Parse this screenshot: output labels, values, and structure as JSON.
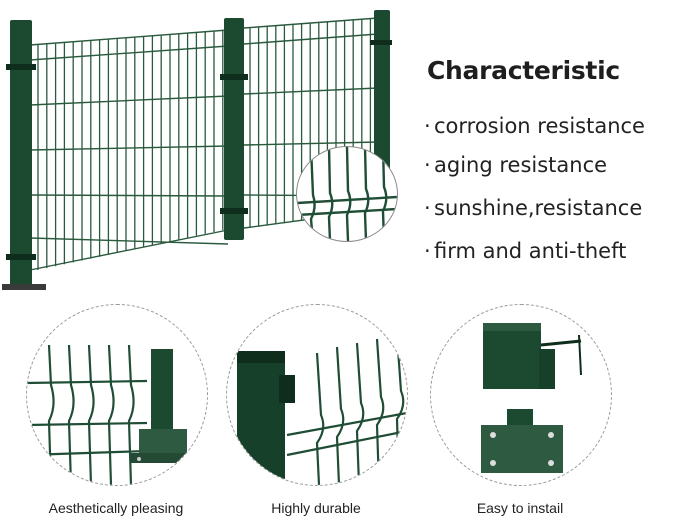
{
  "heading": "Characteristic",
  "features": [
    "corrosion resistance",
    "aging resistance",
    "sunshine,resistance",
    "firm and anti-theft"
  ],
  "bullet": "·",
  "captions": {
    "left": "Aesthetically pleasing",
    "middle": "Highly durable",
    "right": "Easy to instail"
  },
  "colors": {
    "fence_green": "#1f4d35",
    "post_green": "#1b4a30",
    "text": "#1e1e1e"
  }
}
